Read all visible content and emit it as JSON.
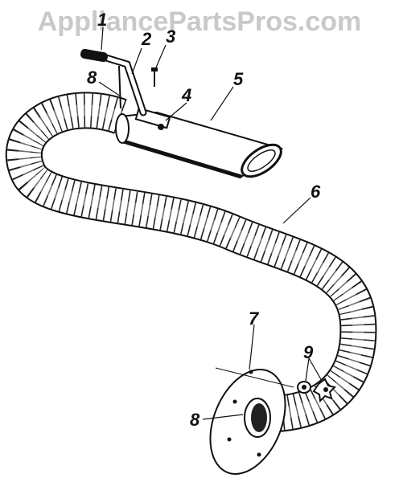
{
  "watermark": "AppliancePartsPros.com",
  "colors": {
    "line": "#111111",
    "watermark": "#c9c9c9",
    "background": "#ffffff"
  },
  "callouts": [
    {
      "id": "1",
      "label": "1"
    },
    {
      "id": "2",
      "label": "2"
    },
    {
      "id": "3",
      "label": "3"
    },
    {
      "id": "4",
      "label": "4"
    },
    {
      "id": "5",
      "label": "5"
    },
    {
      "id": "6",
      "label": "6"
    },
    {
      "id": "7",
      "label": "7"
    },
    {
      "id": "8a",
      "label": "8"
    },
    {
      "id": "8b",
      "label": "8"
    },
    {
      "id": "9",
      "label": "9"
    }
  ]
}
